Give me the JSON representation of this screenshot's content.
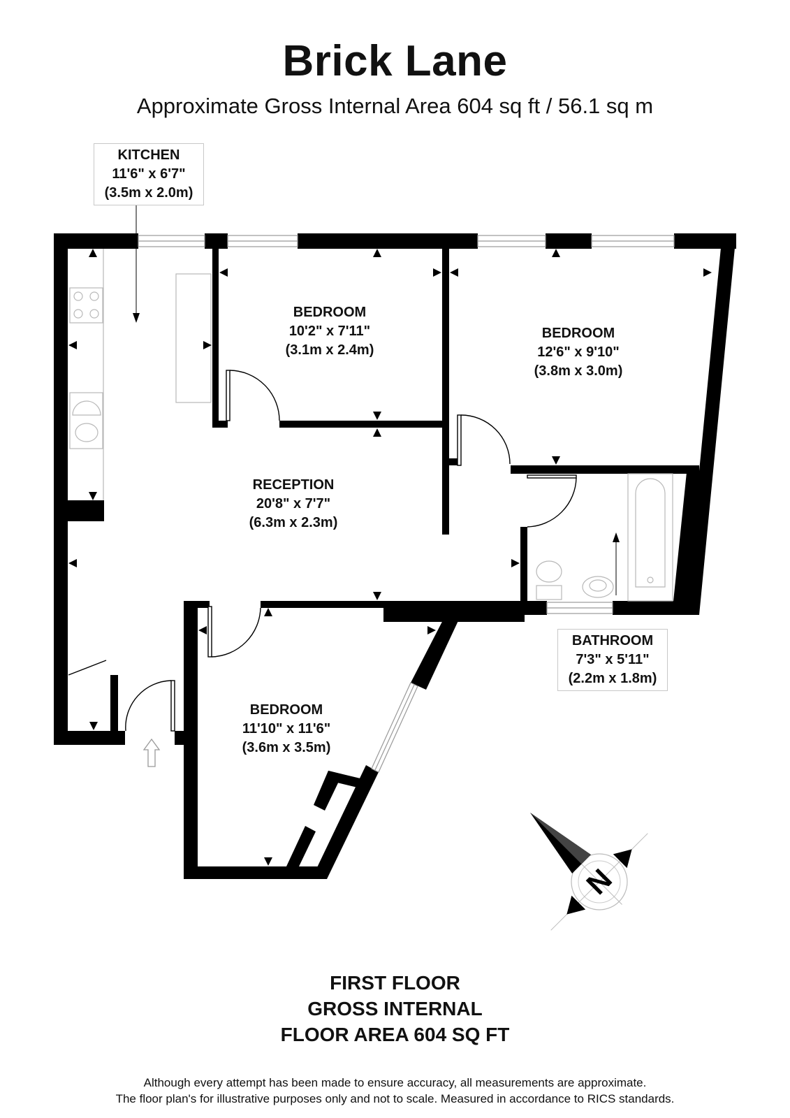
{
  "header": {
    "title": "Brick Lane",
    "subtitle": "Approximate Gross Internal Area 604 sq ft / 56.1 sq m"
  },
  "rooms": {
    "kitchen": {
      "name": "KITCHEN",
      "imperial": "11'6\" x 6'7\"",
      "metric": "(3.5m x 2.0m)"
    },
    "bedroom1": {
      "name": "BEDROOM",
      "imperial": "10'2\" x 7'11\"",
      "metric": "(3.1m x 2.4m)"
    },
    "bedroom2": {
      "name": "BEDROOM",
      "imperial": "12'6\" x 9'10\"",
      "metric": "(3.8m x 3.0m)"
    },
    "reception": {
      "name": "RECEPTION",
      "imperial": "20'8\" x 7'7\"",
      "metric": "(6.3m x 2.3m)"
    },
    "bedroom3": {
      "name": "BEDROOM",
      "imperial": "11'10\" x 11'6\"",
      "metric": "(3.6m x 3.5m)"
    },
    "bathroom": {
      "name": "BATHROOM",
      "imperial": "7'3\" x 5'11\"",
      "metric": "(2.2m x 1.8m)"
    }
  },
  "compass": {
    "letter": "N"
  },
  "floor": {
    "line1": "FIRST FLOOR",
    "line2": "GROSS INTERNAL",
    "line3": "FLOOR AREA 604 SQ FT"
  },
  "disclaimer": {
    "line1": "Although every attempt has been made to ensure accuracy, all measurements are approximate.",
    "line2": "The floor plan's for illustrative purposes only and not to scale. Measured in accordance to RICS standards."
  },
  "colors": {
    "wall": "#000000",
    "fixture": "#b8b8b8",
    "label_border": "#c8c8c8"
  }
}
